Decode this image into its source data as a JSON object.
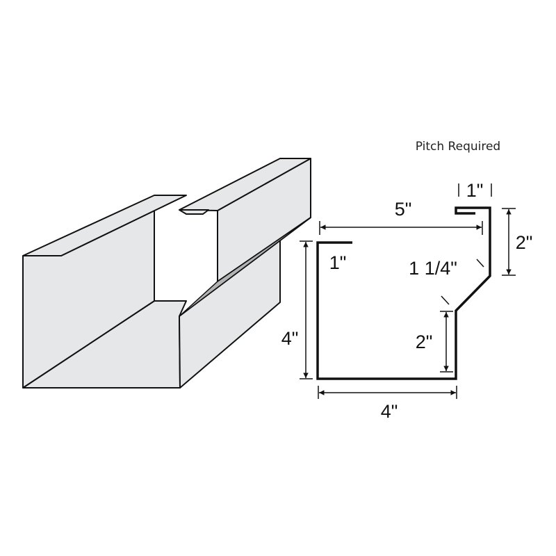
{
  "note": "Pitch Required",
  "dimensions": {
    "top_width": "5\"",
    "hem_width": "1\"",
    "upper_back_height": "2\"",
    "slope_length": "1 1/4\"",
    "lower_back_height": "2\"",
    "front_height": "4\"",
    "bottom_width": "4\"",
    "front_lip": "1\""
  },
  "colors": {
    "face": "#e6e7e8",
    "shadow": "#b3b3b3",
    "line": "#111111"
  }
}
